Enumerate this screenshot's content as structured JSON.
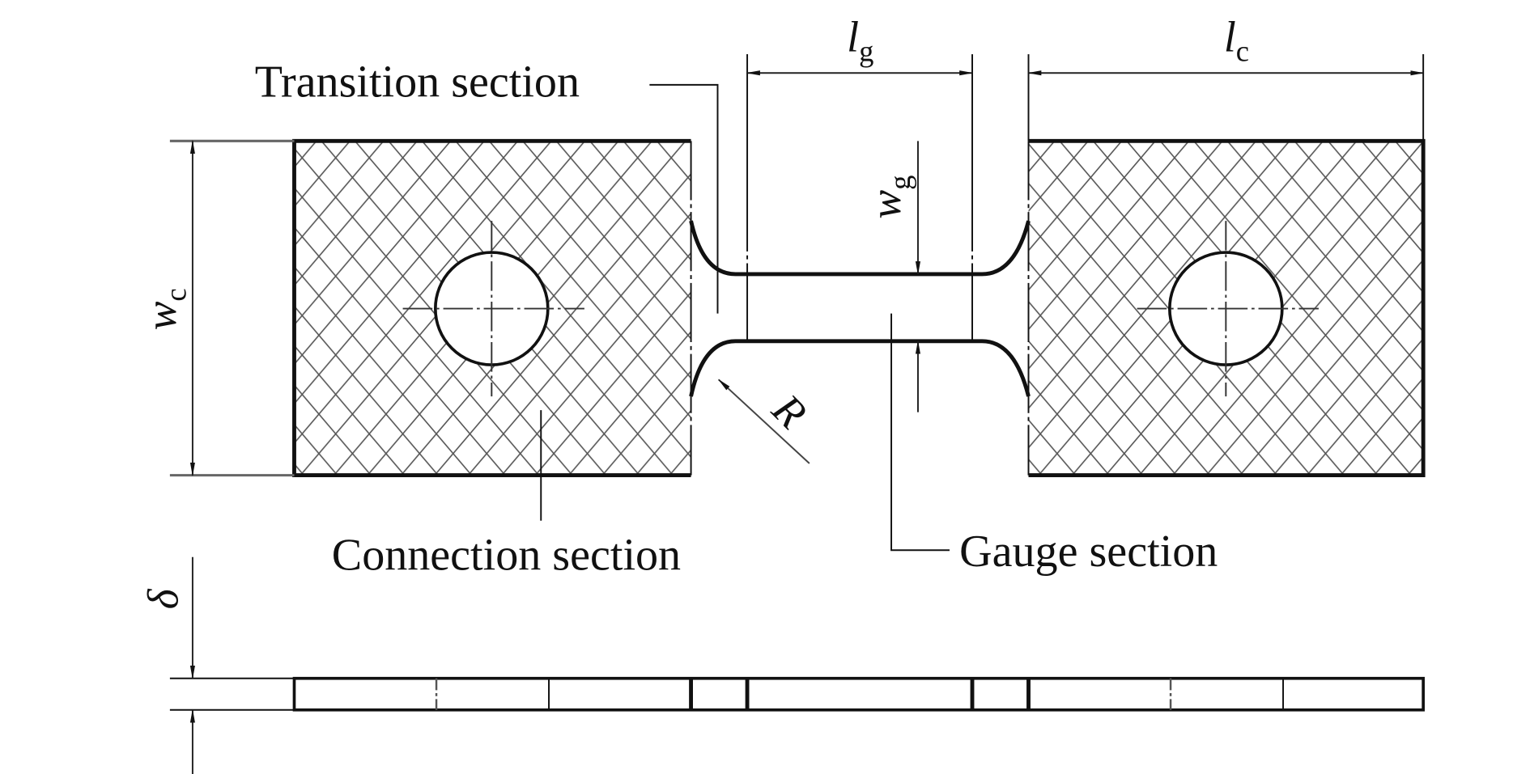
{
  "diagram": {
    "title": "Specimen geometry (plan and side view)",
    "labels": {
      "transition_section": "Transition section",
      "connection_section": "Connection section",
      "gauge_section": "Gauge section"
    },
    "dimensions": {
      "lg": {
        "symbol": "l",
        "subscript": "g"
      },
      "lc": {
        "symbol": "l",
        "subscript": "c"
      },
      "wc": {
        "symbol": "w",
        "subscript": "c"
      },
      "wg": {
        "symbol": "w",
        "subscript": "g"
      },
      "R": {
        "symbol": "R"
      },
      "delta": {
        "symbol": "δ"
      }
    },
    "colors": {
      "line": "#111111",
      "hatch": "#555555",
      "background": "#ffffff"
    }
  }
}
